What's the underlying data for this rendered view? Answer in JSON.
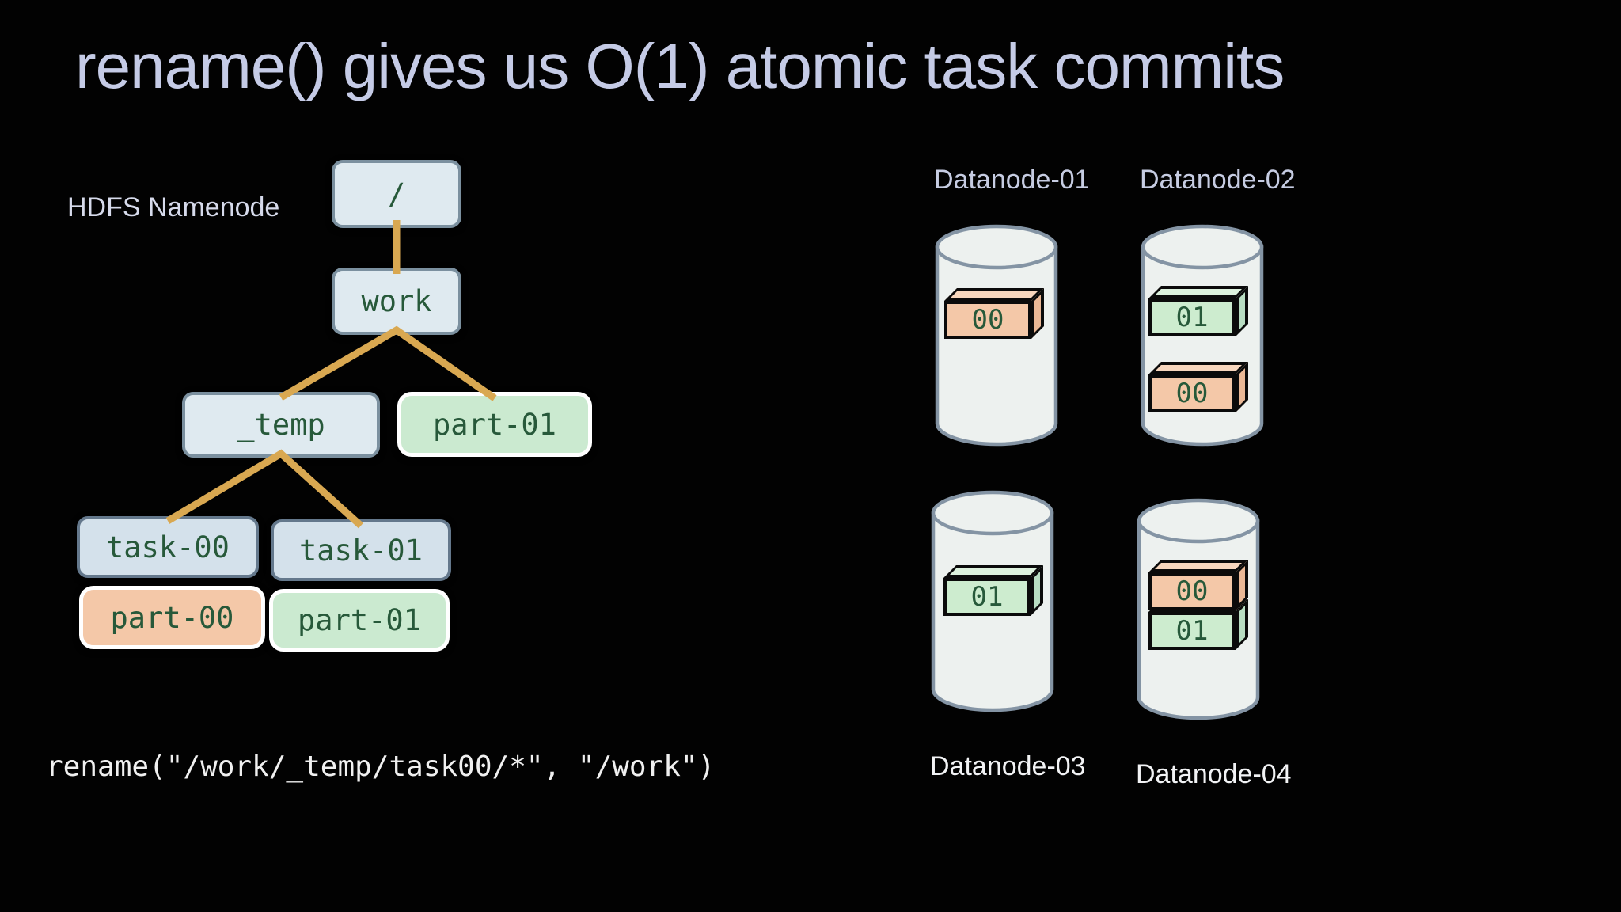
{
  "slide": {
    "title": "rename() gives us O(1) atomic task commits",
    "code_line": "rename(\"/work/_temp/task00/*\", \"/work\")"
  },
  "namenode": {
    "label": "HDFS Namenode",
    "nodes": [
      {
        "id": "root",
        "label": "/",
        "kind": "dir"
      },
      {
        "id": "work",
        "label": "work",
        "kind": "dir"
      },
      {
        "id": "temp",
        "label": "_temp",
        "kind": "dir"
      },
      {
        "id": "part-01-committed",
        "label": "part-01",
        "kind": "part-green"
      },
      {
        "id": "task-00",
        "label": "task-00",
        "kind": "dir"
      },
      {
        "id": "task-01",
        "label": "task-01",
        "kind": "dir"
      },
      {
        "id": "part-00",
        "label": "part-00",
        "kind": "part-orange"
      },
      {
        "id": "part-01-pending",
        "label": "part-01",
        "kind": "part-green"
      }
    ],
    "edges": [
      [
        "root",
        "work"
      ],
      [
        "work",
        "_temp"
      ],
      [
        "work",
        "part-01"
      ],
      [
        "_temp",
        "task-00"
      ],
      [
        "_temp",
        "task-01"
      ]
    ]
  },
  "datanodes": [
    {
      "label": "Datanode-01",
      "label_position": "above",
      "blocks": [
        {
          "label": "00",
          "color": "orange"
        }
      ]
    },
    {
      "label": "Datanode-02",
      "label_position": "above",
      "blocks": [
        {
          "label": "01",
          "color": "green"
        },
        {
          "label": "00",
          "color": "orange"
        }
      ]
    },
    {
      "label": "Datanode-03",
      "label_position": "below",
      "blocks": [
        {
          "label": "01",
          "color": "green"
        }
      ]
    },
    {
      "label": "Datanode-04",
      "label_position": "below",
      "blocks": [
        {
          "label": "00",
          "color": "orange"
        },
        {
          "label": "01",
          "color": "green"
        }
      ]
    }
  ],
  "palette": {
    "background": "#020202",
    "title_text": "#c5cbe6",
    "label_text_lavender": "#c6cce2",
    "label_text_white": "#f2f3f5",
    "dir_box_fill": "#dfeaf0",
    "dir_box_border": "#7b909f",
    "task_box_fill": "#d4e1eb",
    "task_box_border": "#64788c",
    "green_fill": "#cbead0",
    "orange_fill": "#f4c8a8",
    "part_box_border": "#ffffff",
    "connector_gold": "#d9a851",
    "node_text_green": "#27593a",
    "code_text": "#f0f0f0",
    "cylinder_fill": "#edf1ef",
    "cylinder_stroke": "#8494a4",
    "block_outline": "#0b0b0b"
  }
}
